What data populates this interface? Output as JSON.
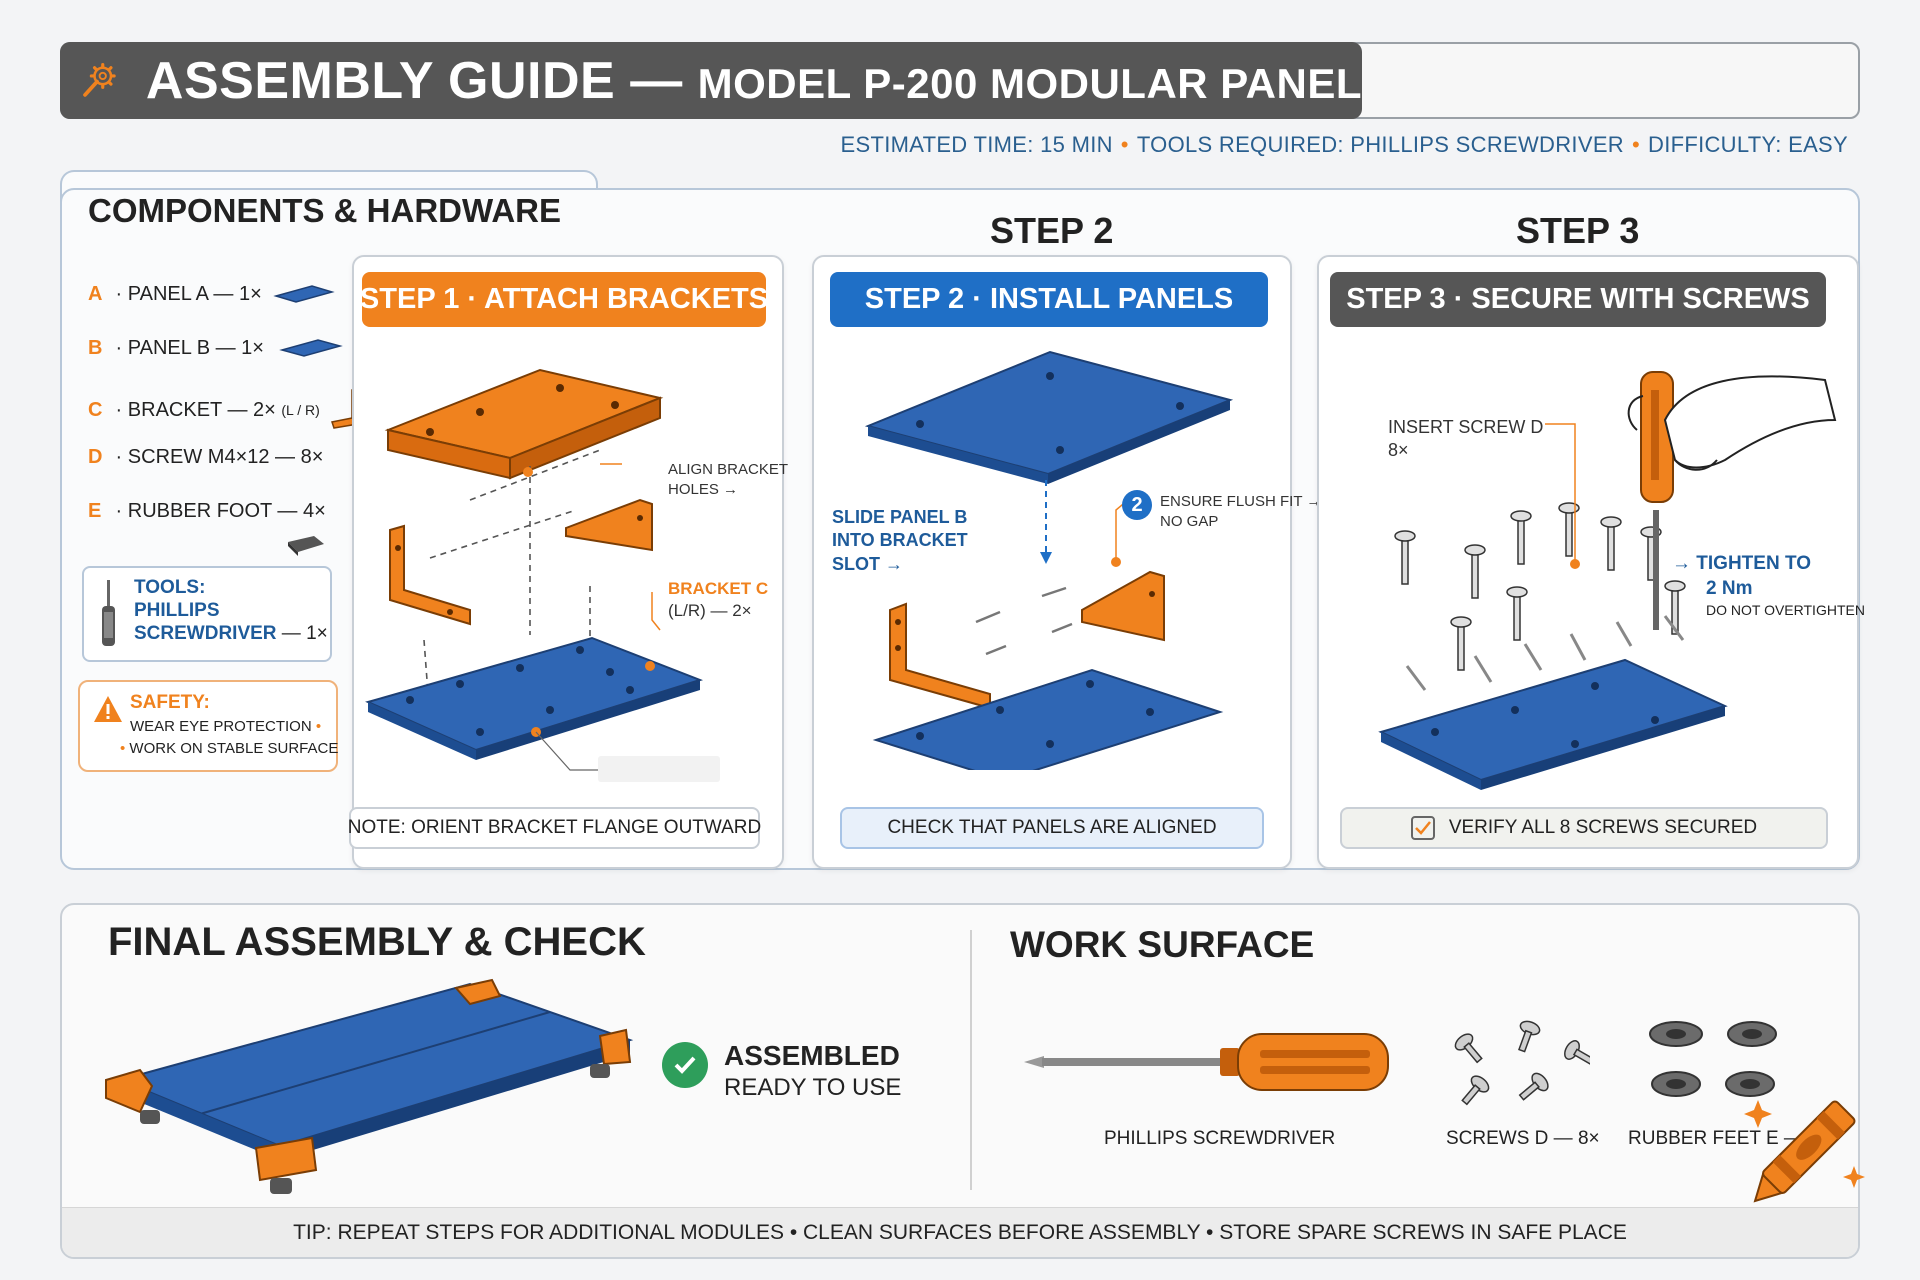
{
  "header": {
    "title_main": "ASSEMBLY GUIDE —",
    "title_sub": "MODEL P-200 MODULAR PANEL",
    "meta": [
      "ESTIMATED TIME: 15 MIN",
      "TOOLS REQUIRED: PHILLIPS SCREWDRIVER",
      "DIFFICULTY: EASY"
    ]
  },
  "components": {
    "title": "COMPONENTS & HARDWARE",
    "items": [
      {
        "letter": "A",
        "text": "PANEL A — 1×"
      },
      {
        "letter": "B",
        "text": "PANEL B — 1×"
      },
      {
        "letter": "C",
        "text": "BRACKET — 2×",
        "extra": "(L / R)"
      },
      {
        "letter": "D",
        "text": "SCREW M4×12 — 8×"
      },
      {
        "letter": "E",
        "text": "RUBBER FOOT — 4×"
      }
    ],
    "tools_label": "TOOLS:",
    "tools_text1": "PHILLIPS",
    "tools_text2": "SCREWDRIVER",
    "tools_qty": "— 1×",
    "safety_label": "SAFETY:",
    "safety_line1": "WEAR EYE PROTECTION",
    "safety_line2": "WORK ON STABLE SURFACE"
  },
  "steps": {
    "step2_heading": "STEP 2",
    "step3_heading": "STEP 3",
    "step1": {
      "title": "STEP 1 · ATTACH BRACKETS",
      "callout_align_1": "ALIGN BRACKET",
      "callout_align_2": "HOLES →",
      "callout_bracket_1": "BRACKET C",
      "callout_bracket_2": "(L/R) — 2×",
      "note": "NOTE: ORIENT BRACKET FLANGE OUTWARD"
    },
    "step2": {
      "title": "STEP 2 · INSTALL PANELS",
      "callout_slide_1": "SLIDE PANEL B",
      "callout_slide_2": "INTO BRACKET",
      "callout_slide_3": "SLOT →",
      "marker": "2",
      "callout_flush_1": "ENSURE FLUSH FIT →",
      "callout_flush_2": "NO GAP",
      "note": "CHECK THAT PANELS ARE ALIGNED"
    },
    "step3": {
      "title": "STEP 3 · SECURE WITH SCREWS",
      "callout_insert_1": "INSERT SCREW D",
      "callout_insert_2": "8×",
      "callout_tighten_1": "→ TIGHTEN TO",
      "callout_tighten_2": "2 Nm",
      "callout_tighten_3": "DO NOT OVERTIGHTEN",
      "note": "VERIFY ALL 8 SCREWS SECURED"
    }
  },
  "final": {
    "title": "FINAL  ASSEMBLY & CHECK",
    "status_1": "ASSEMBLED",
    "status_2": "READY TO USE"
  },
  "work_surface": {
    "title": "WORK SURFACE",
    "label_screwdriver": "PHILLIPS SCREWDRIVER",
    "label_screws": "SCREWS D — 8×",
    "label_feet": "RUBBER FEET E —"
  },
  "tip": "TIP: REPEAT STEPS FOR ADDITIONAL MODULES  •  CLEAN SURFACES BEFORE ASSEMBLY  •  STORE SPARE SCREWS IN SAFE PLACE",
  "colors": {
    "orange": "#f0821e",
    "blue": "#1f6fc6",
    "panel_blue": "#2f66b4",
    "dark_gray": "#565656",
    "green": "#2e9e5b"
  }
}
